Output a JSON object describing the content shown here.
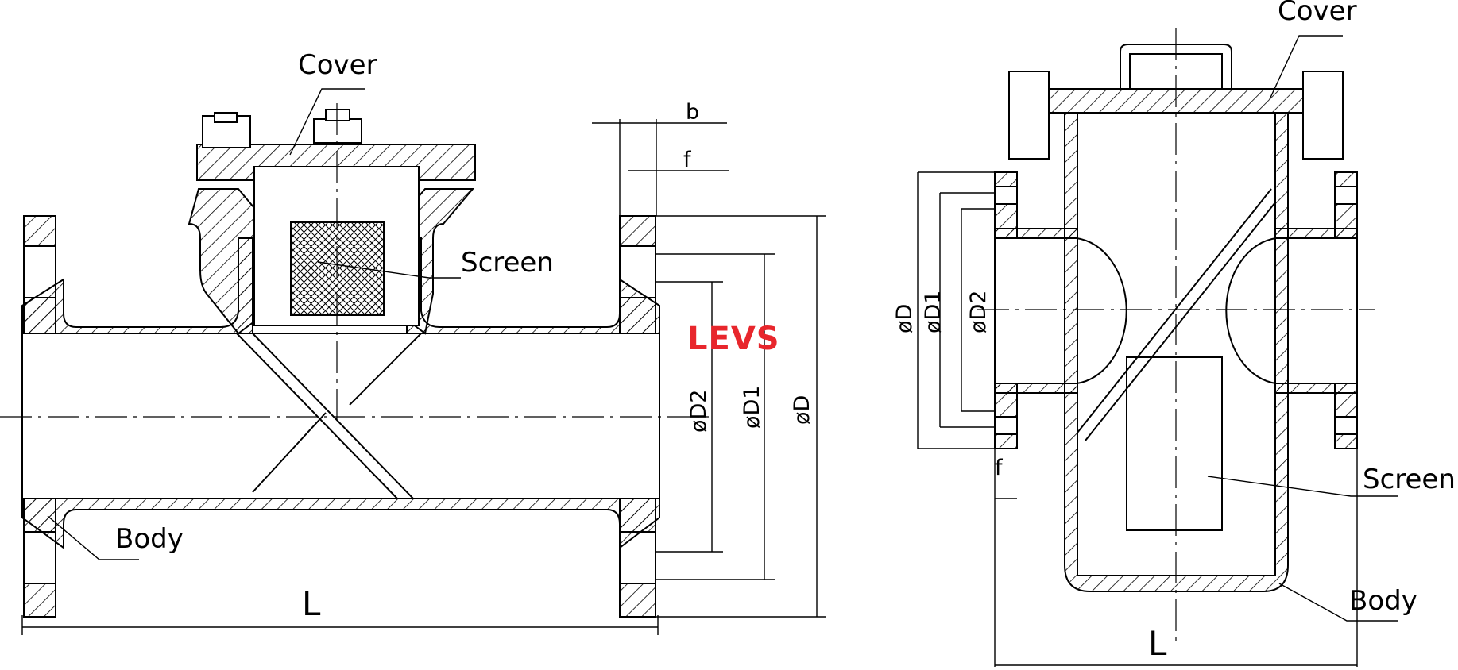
{
  "brand": {
    "logo_text": "LEVS",
    "logo_color": "#e8262c"
  },
  "left_view": {
    "labels": {
      "cover": "Cover",
      "screen": "Screen",
      "body": "Body"
    },
    "dimensions": {
      "b": "b",
      "f": "f",
      "d2": "øD2",
      "d1": "øD1",
      "d": "øD",
      "length": "L"
    }
  },
  "right_view": {
    "labels": {
      "cover": "Cover",
      "screen": "Screen",
      "body": "Body"
    },
    "dimensions": {
      "d": "øD",
      "d1": "øD1",
      "d2": "øD2",
      "f": "f",
      "length": "L"
    }
  },
  "colors": {
    "line": "#000000",
    "background": "#ffffff"
  }
}
